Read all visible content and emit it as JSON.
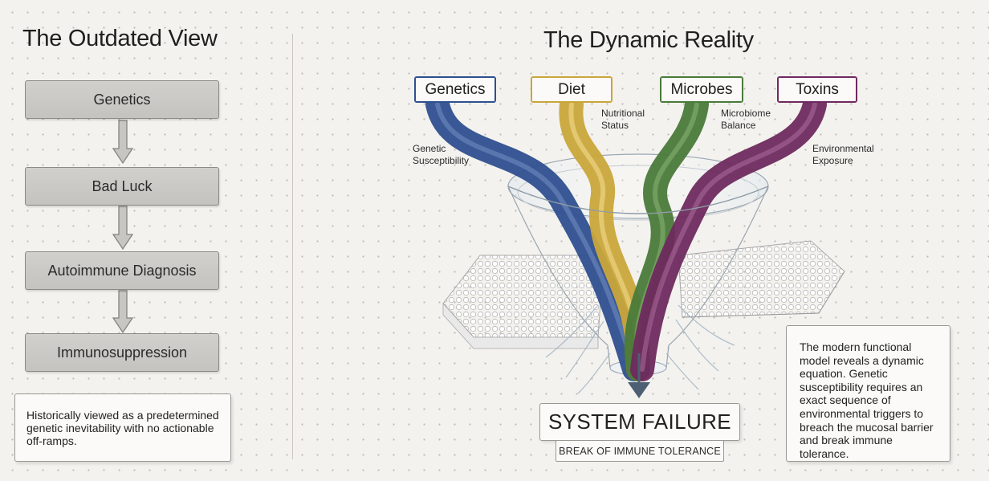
{
  "left_panel": {
    "title": "The Outdated View",
    "steps": [
      "Genetics",
      "Bad Luck",
      "Autoimmune Diagnosis",
      "Immunosuppression"
    ],
    "note": "Historically viewed as a predetermined genetic inevitability with no actionable off-ramps."
  },
  "right_panel": {
    "title": "The Dynamic Reality",
    "factors": [
      {
        "label": "Genetics",
        "caption": "Genetic Susceptibility",
        "color": "#2f4f8f"
      },
      {
        "label": "Diet",
        "caption": "Nutritional Status",
        "color": "#c9a63a"
      },
      {
        "label": "Microbes",
        "caption": "Microbiome Balance",
        "color": "#4a7a3a"
      },
      {
        "label": "Toxins",
        "caption": "Environmental Exposure",
        "color": "#6e2a5e"
      }
    ],
    "result_title": "SYSTEM FAILURE",
    "result_subtitle": "BREAK OF IMMUNE TOLERANCE",
    "note": "The modern functional model reveals a dynamic equation. Genetic susceptibility requires an exact sequence of environmental triggers to breach the mucosal barrier and break immune tolerance."
  }
}
